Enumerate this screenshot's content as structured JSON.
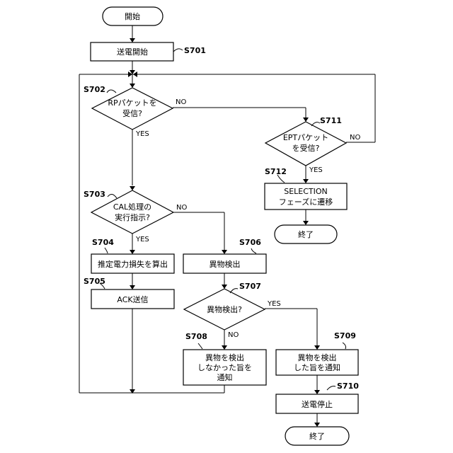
{
  "nodes": {
    "start": "開始",
    "s701": "送電開始",
    "s702_l1": "RPパケットを",
    "s702_l2": "受信?",
    "s703_l1": "CAL処理の",
    "s703_l2": "実行指示?",
    "s704": "推定電力損失を算出",
    "s705": "ACK送信",
    "s706": "異物検出",
    "s707": "異物検出?",
    "s708_l1": "異物を検出",
    "s708_l2": "しなかった旨を",
    "s708_l3": "通知",
    "s709_l1": "異物を検出",
    "s709_l2": "した旨を通知",
    "s710": "送電停止",
    "s711_l1": "EPTパケット",
    "s711_l2": "を受信?",
    "s712_l1": "SELECTION",
    "s712_l2": "フェーズに遷移",
    "end1": "終了",
    "end2": "終了"
  },
  "steps": {
    "s701": "S701",
    "s702": "S702",
    "s703": "S703",
    "s704": "S704",
    "s705": "S705",
    "s706": "S706",
    "s707": "S707",
    "s708": "S708",
    "s709": "S709",
    "s710": "S710",
    "s711": "S711",
    "s712": "S712"
  },
  "branch_labels": {
    "s702_no": "NO",
    "s702_yes": "YES",
    "s703_no": "NO",
    "s703_yes": "YES",
    "s707_yes": "YES",
    "s707_no": "NO",
    "s711_no": "NO",
    "s711_yes": "YES"
  }
}
